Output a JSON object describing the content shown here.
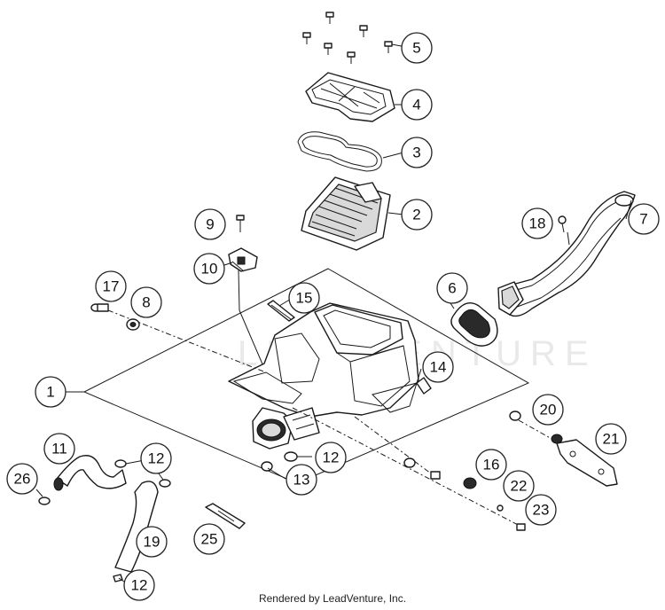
{
  "watermark": "LEADVENTURE",
  "footer": "Rendered by LeadVenture, Inc.",
  "callouts": {
    "c1": "1",
    "c2": "2",
    "c3": "3",
    "c4": "4",
    "c5": "5",
    "c6": "6",
    "c7": "7",
    "c8": "8",
    "c9": "9",
    "c10": "10",
    "c11": "11",
    "c12a": "12",
    "c12b": "12",
    "c12c": "12",
    "c13": "13",
    "c14": "14",
    "c15": "15",
    "c16": "16",
    "c17": "17",
    "c18": "18",
    "c19": "19",
    "c20": "20",
    "c21": "21",
    "c22": "22",
    "c23": "23",
    "c25": "25",
    "c26": "26"
  }
}
